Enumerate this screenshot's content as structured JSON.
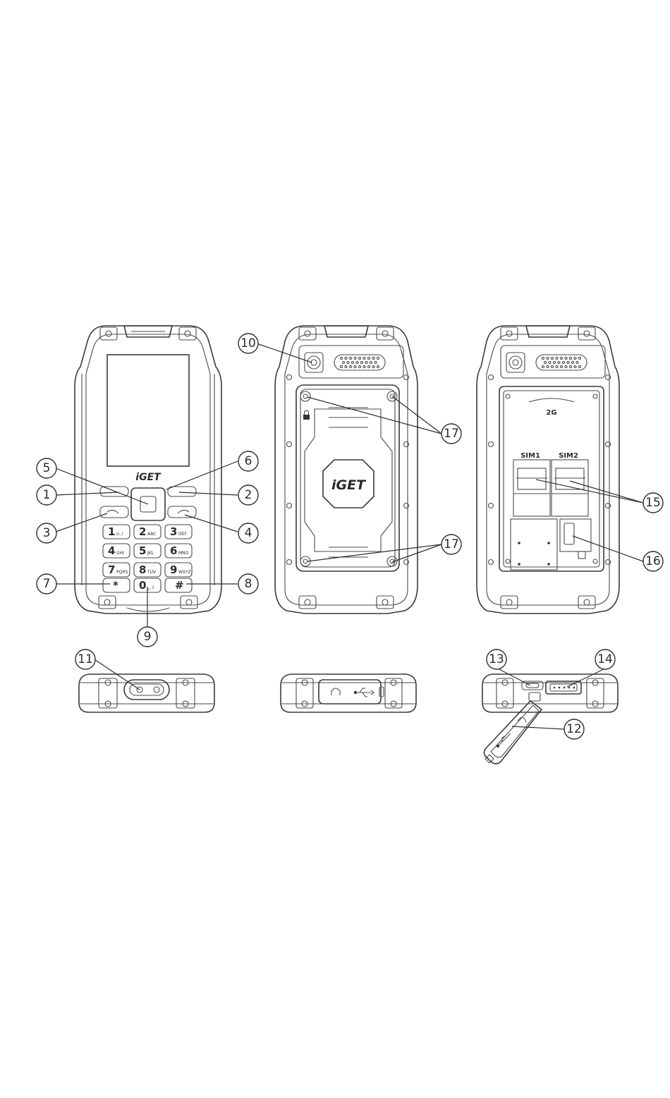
{
  "brand_logo": "iGET",
  "keypad": {
    "keys": [
      {
        "num": "1",
        "sub": "o.,!"
      },
      {
        "num": "2",
        "sub": "ABC"
      },
      {
        "num": "3",
        "sub": "DEF"
      },
      {
        "num": "4",
        "sub": "GHI"
      },
      {
        "num": "5",
        "sub": "JKL"
      },
      {
        "num": "6",
        "sub": "MNO"
      },
      {
        "num": "7",
        "sub": "PQRS"
      },
      {
        "num": "8",
        "sub": "TUV"
      },
      {
        "num": "9",
        "sub": "WXYZ"
      },
      {
        "num": "*",
        "sub": ""
      },
      {
        "num": "0",
        "sub": "␣ ⇧"
      },
      {
        "num": "#",
        "sub": ""
      }
    ]
  },
  "battery_compartment": {
    "network_label": "2G",
    "sim1_label": "SIM1",
    "sim2_label": "SIM2"
  },
  "callouts": [
    "1",
    "2",
    "3",
    "4",
    "5",
    "6",
    "7",
    "8",
    "9",
    "10",
    "11",
    "12",
    "13",
    "14",
    "15",
    "16",
    "17",
    "17"
  ],
  "icons": [
    "headphone-icon",
    "usb-icon",
    "lock-icon",
    "flashlight-icon",
    "camera-lens-icon",
    "speaker-grille-icon"
  ]
}
